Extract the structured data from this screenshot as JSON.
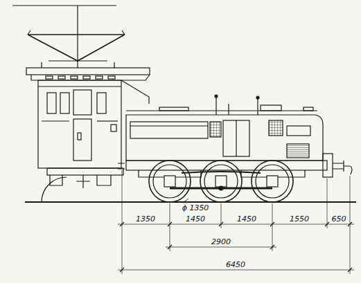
{
  "diagram": {
    "labels": [
      "ϕ 1350",
      "1350",
      "1450",
      "1450",
      "1550",
      "650",
      "2900",
      "6450"
    ]
  }
}
